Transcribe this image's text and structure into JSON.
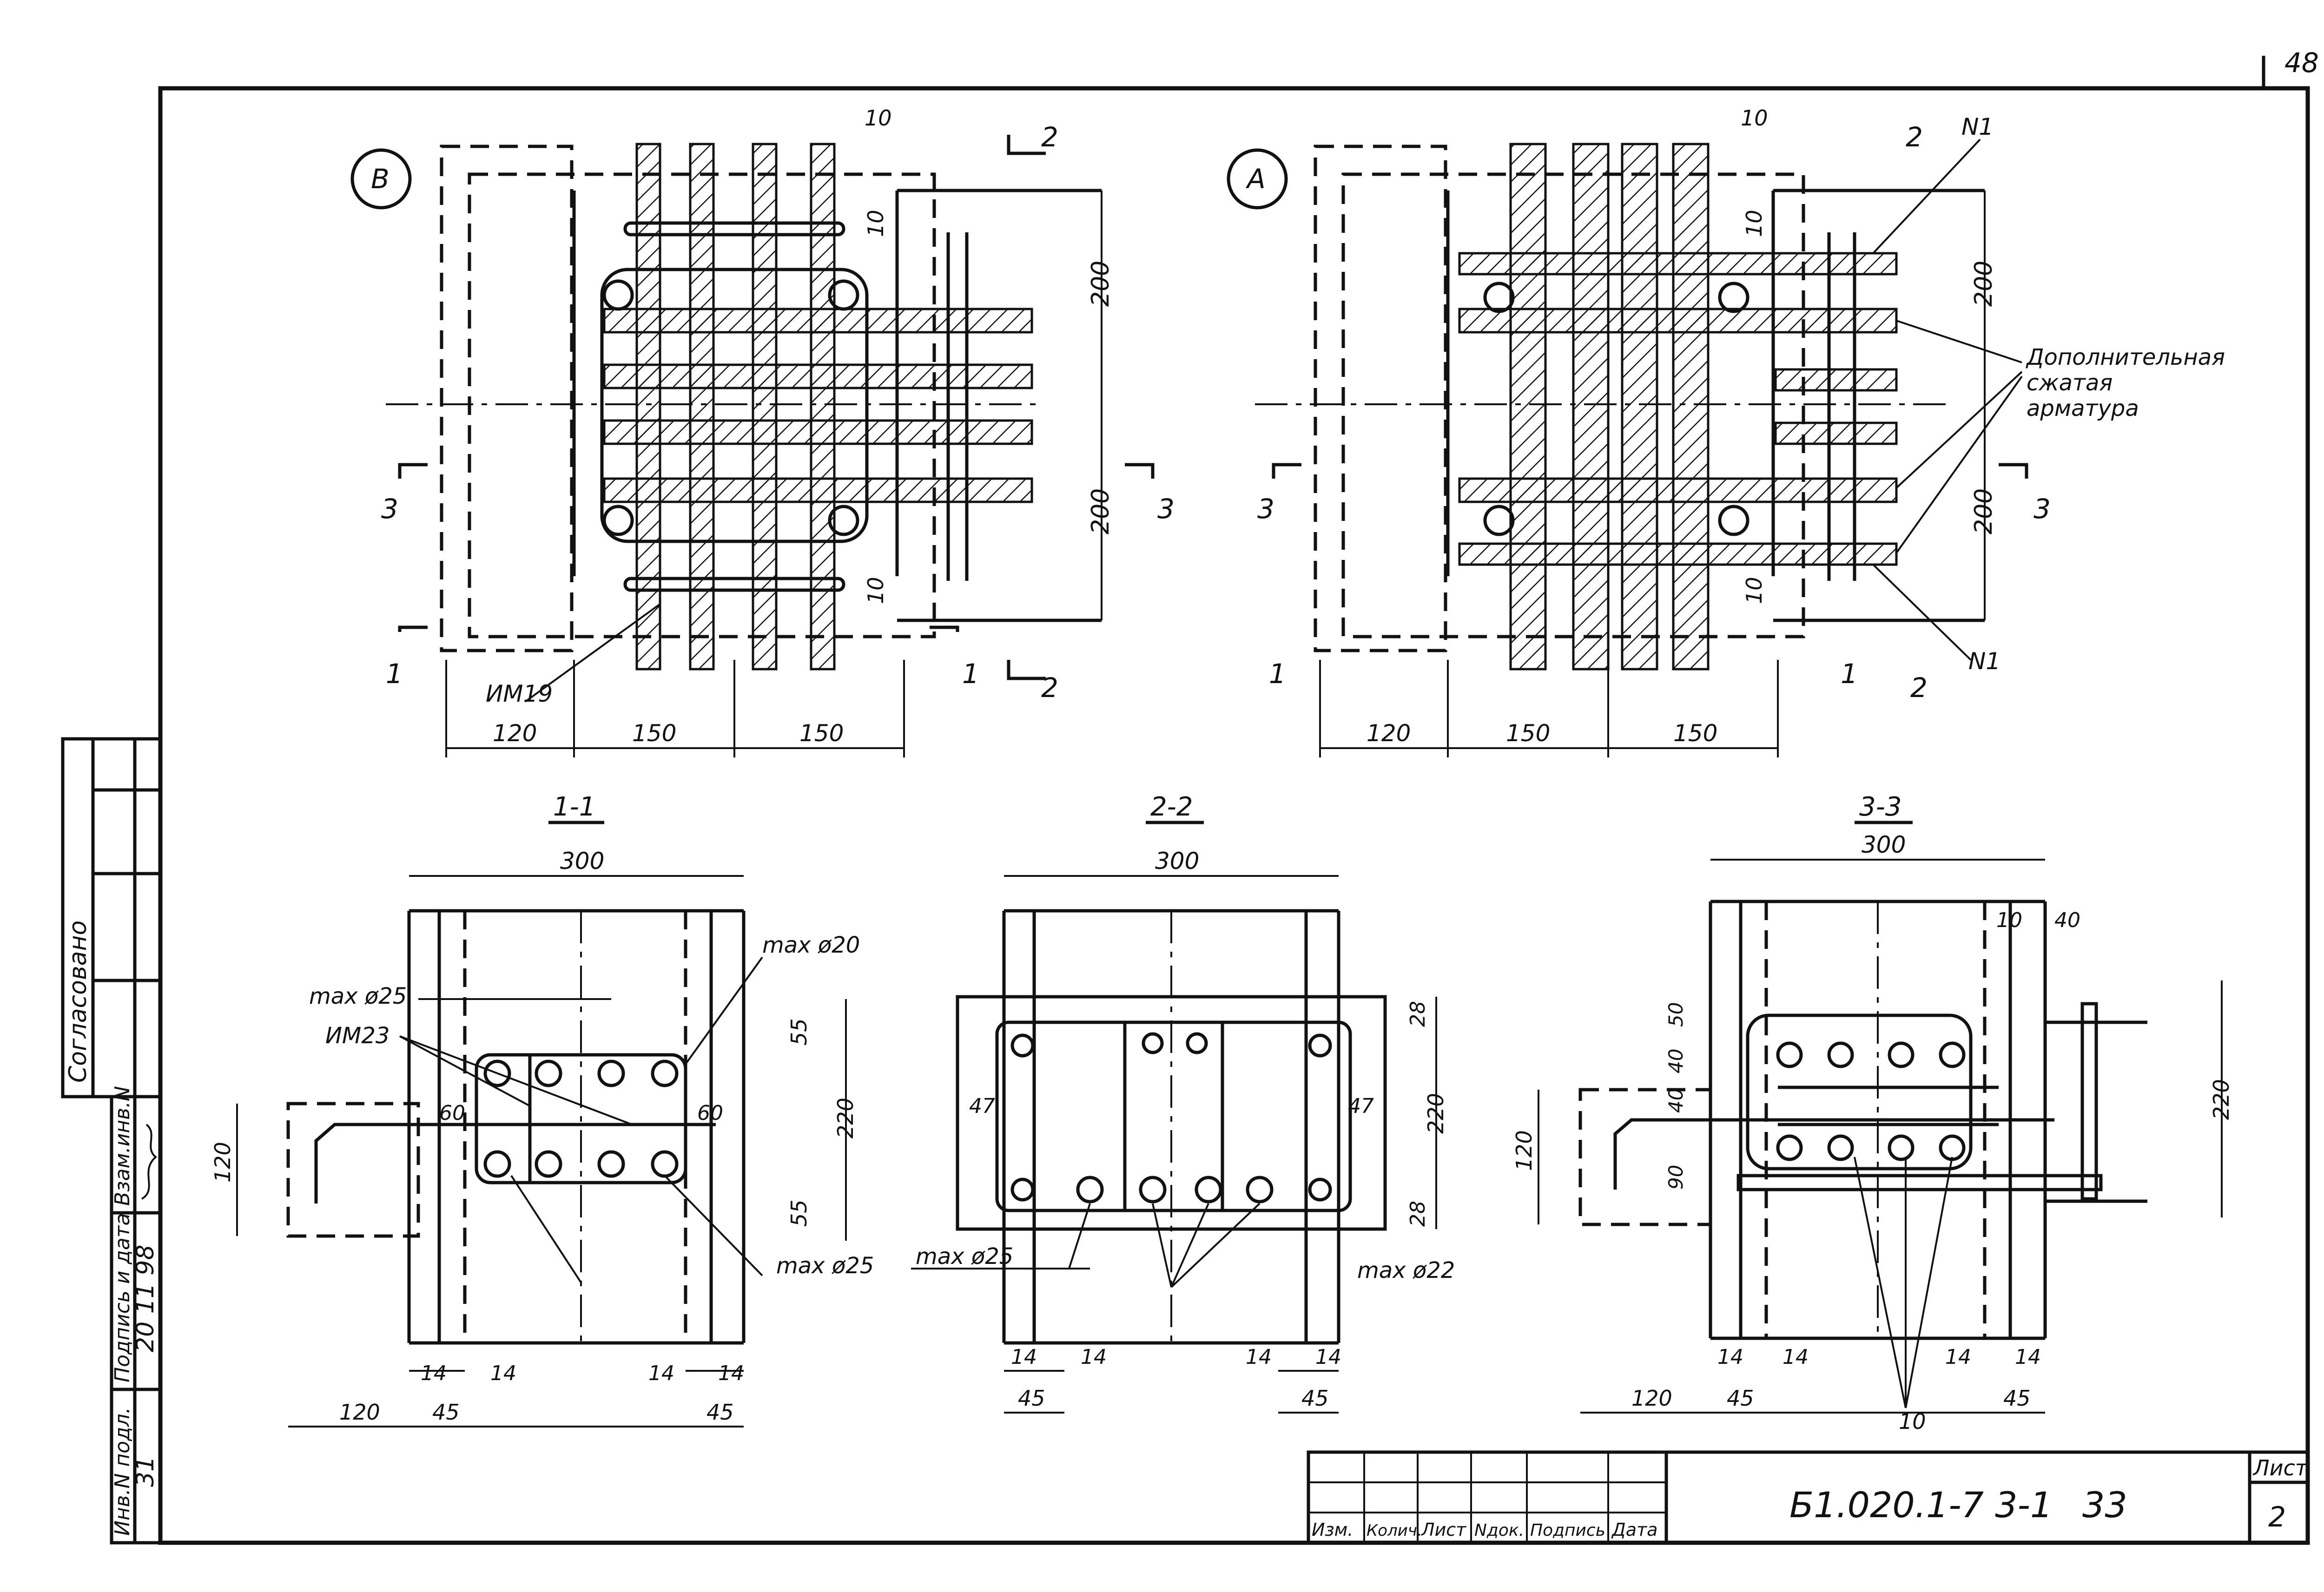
{
  "page_number": "48",
  "views": {
    "left": {
      "mark": "В",
      "bottom_label": "ИМ19",
      "dims": [
        "120",
        "150",
        "150"
      ],
      "right_dims": [
        "200",
        "200"
      ],
      "gap_dims": [
        "10",
        "10",
        "10"
      ]
    },
    "right": {
      "mark": "А",
      "n1_top": "N1",
      "n1_bottom": "N1",
      "dims": [
        "120",
        "150",
        "150"
      ],
      "right_dims": [
        "200",
        "200"
      ],
      "gap_dims": [
        "10",
        "10",
        "10"
      ],
      "note": [
        "Дополнительная",
        "сжатая",
        "арматура"
      ]
    }
  },
  "section_marks": {
    "s1": "1",
    "s2": "2",
    "s3": "3"
  },
  "sections": [
    {
      "title": "1-1",
      "width": "300",
      "labels": {
        "max_top": "max ø20",
        "max_left": "max ø25",
        "mesh": "ИМ23",
        "max_bottom": "max ø25",
        "d60a": "60",
        "d60b": "60"
      },
      "dims_right": [
        "55",
        "220",
        "55"
      ],
      "dim_left": "120",
      "bottom_dims": [
        "120",
        "45",
        "14",
        "14",
        "14",
        "14",
        "45"
      ]
    },
    {
      "title": "2-2",
      "width": "300",
      "labels": {
        "max_left": "max ø25",
        "max_right": "max ø22",
        "d47a": "47",
        "d47b": "47"
      },
      "dims_right": [
        "28",
        "220",
        "28"
      ],
      "bottom_dims": [
        "14",
        "14",
        "45",
        "14",
        "14",
        "45"
      ]
    },
    {
      "title": "3-3",
      "width": "300",
      "labels": {
        "d10": "10",
        "d40": "40",
        "bars": "10"
      },
      "dims_left": [
        "50",
        "40",
        "40",
        "90"
      ],
      "dims_right": [
        "220"
      ],
      "dim_left": "120",
      "bottom_dims": [
        "120",
        "45",
        "14",
        "14",
        "14",
        "14",
        "45"
      ]
    }
  ],
  "side_stamp": {
    "agreed": "Согласовано",
    "inv_replaced": "Взам.инв.N",
    "sign_date": "Подпись и дата",
    "inv_orig": "Инв.N подл.",
    "date_written": "20 11 98",
    "inv_value": "31"
  },
  "title_block": {
    "columns": [
      "Изм.",
      "Колич.",
      "Лист",
      "Nдок.",
      "Подпись",
      "Дата"
    ],
    "code": "Б1.020.1-7 3-1",
    "code_suffix": "33",
    "sheet_label": "Лист",
    "sheet_number": "2"
  }
}
